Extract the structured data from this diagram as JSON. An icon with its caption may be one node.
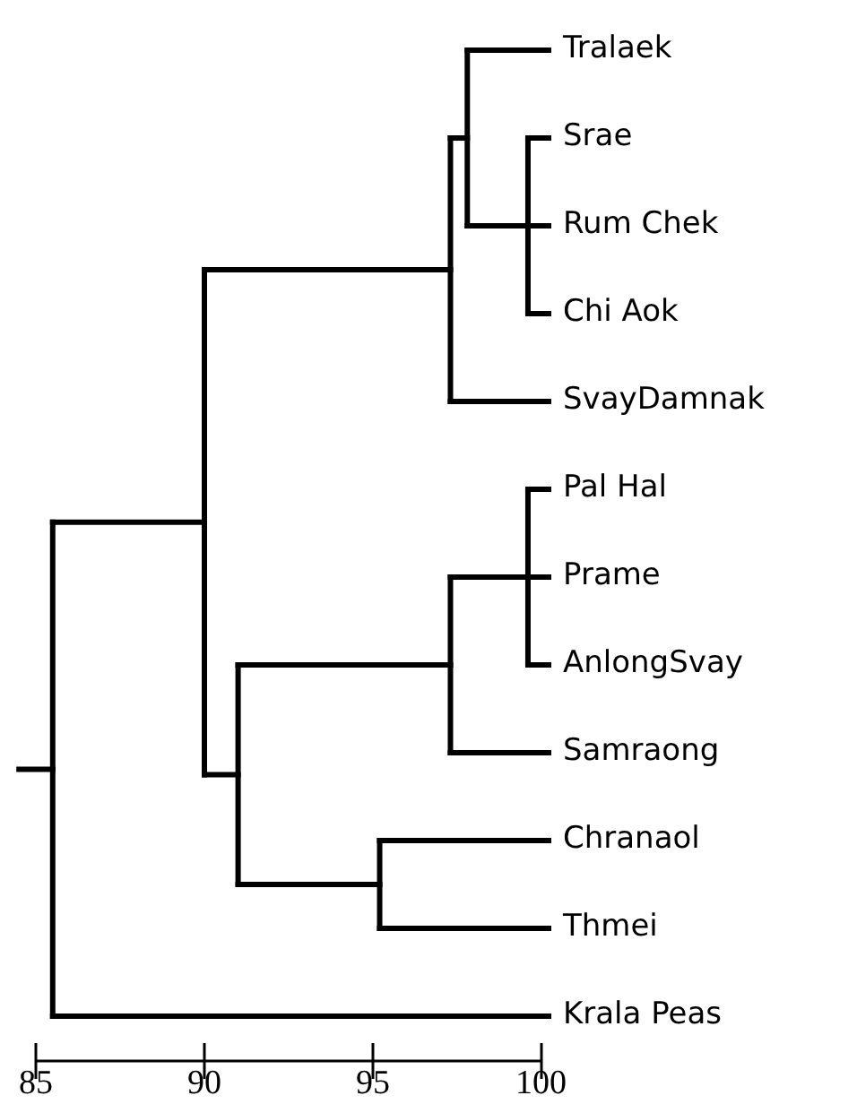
{
  "diagram": {
    "labels": [
      "Tralaek",
      "Srae",
      "Rum Chek",
      "Chi Aok",
      "SvayDamnak",
      "Pal Hal",
      "Prame",
      "AnlongSvay",
      "Samraong",
      "Chranaol",
      "Thmei",
      "Krala Peas",
      "85",
      "90",
      "95",
      "100"
    ]
  }
}
